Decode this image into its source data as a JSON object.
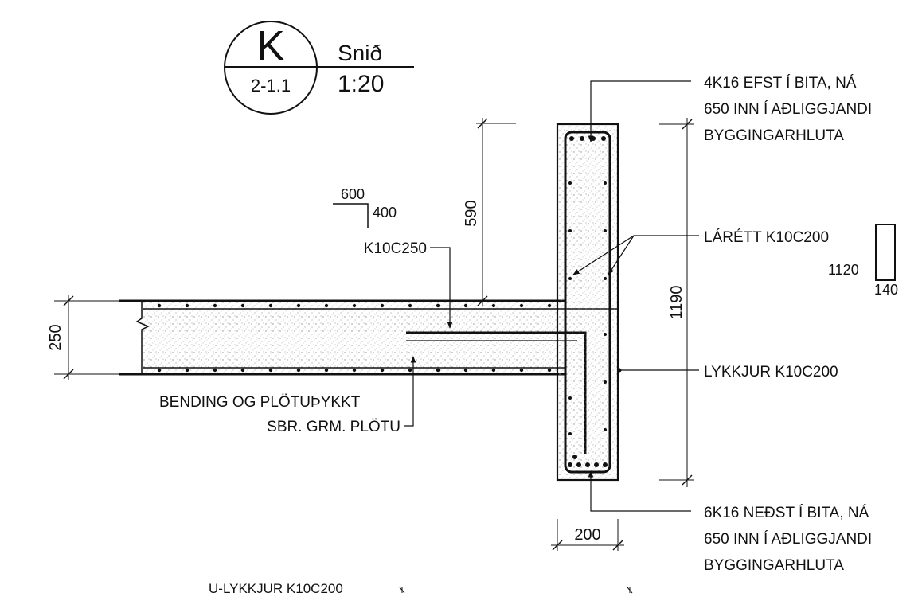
{
  "section_marker": {
    "letter": "K",
    "sheet_ref": "2-1.1",
    "title": "Snið",
    "scale": "1:20"
  },
  "dimensions": {
    "slab_thickness": "250",
    "top_offset": "590",
    "beam_depth": "1190",
    "beam_width": "200",
    "hook_horizontal": "600",
    "hook_vertical": "400",
    "stirrup_height": "1120",
    "stirrup_width": "140"
  },
  "annotations": {
    "top_bars": [
      "4K16 EFST Í BITA, NÁ",
      "650 INN Í AÐLIGGJANDI",
      "BYGGINGARHLUTA"
    ],
    "horizontal_bars": "LÁRÉTT K10C200",
    "stirrups": "LYKKJUR K10C200",
    "bottom_bars": [
      "6K16 NEÐST Í BITA, NÁ",
      "650 INN Í AÐLIGGJANDI",
      "BYGGINGARHLUTA"
    ],
    "slab_bar": "K10C250",
    "slab_note": [
      "BENDING OG PLÖTUÞYKKT",
      "SBR. GRM. PLÖTU"
    ],
    "u_stirrups": "U-LYKKJUR K10C200"
  },
  "colors": {
    "ink": "#111111",
    "concrete_speckle": "#9a9a9a"
  }
}
